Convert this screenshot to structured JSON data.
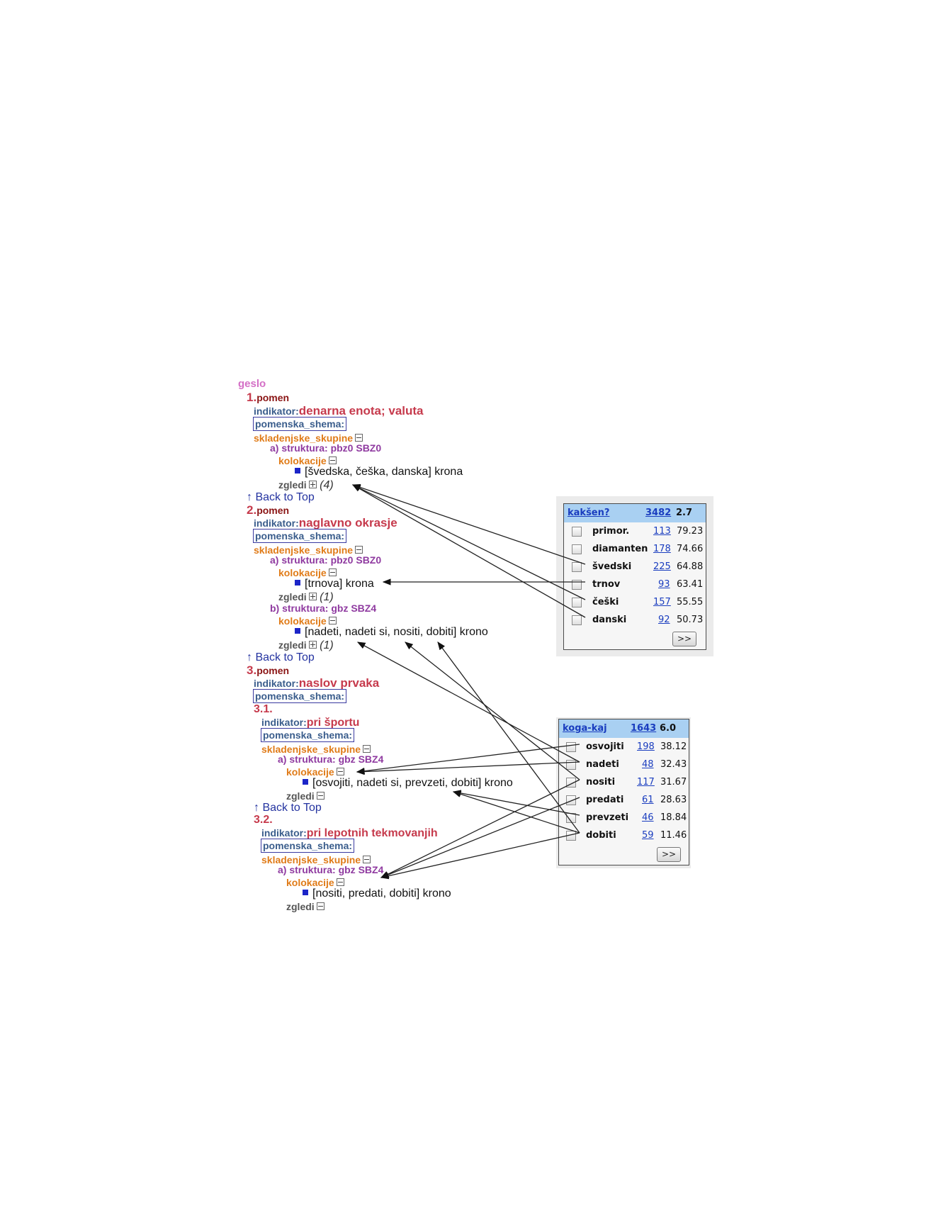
{
  "entry": {
    "headword_label": "geslo",
    "back_to_top": "Back to Top",
    "sense_word": "pomen",
    "indikator_label": "indikator:",
    "pomenska_shema": "pomenska_shema:",
    "skladenjske_skupine": "skladenjske_skupine",
    "kolokacije": "kolokacije",
    "zgledi": "zgledi",
    "senses": {
      "s1": {
        "num": "1.",
        "indikator": "denarna enota; valuta",
        "struktura": "a) struktura: pbz0 SBZ0",
        "collocation": "[švedska, češka, danska] krona",
        "zgledi_count": "(4)"
      },
      "s2": {
        "num": "2.",
        "indikator": "naglavno okrasje",
        "struktura_a": "a) struktura: pbz0 SBZ0",
        "collocation_a": "[trnova] krona",
        "zgledi_a_count": "(1)",
        "struktura_b": "b) struktura: gbz SBZ4",
        "collocation_b": "[nadeti, nadeti si, nositi, dobiti] krono",
        "zgledi_b_count": "(1)"
      },
      "s3": {
        "num": "3.",
        "sub1": {
          "num": "3.1.",
          "indikator": "pri športu",
          "struktura": "a) struktura: gbz SBZ4",
          "collocation": "[osvojiti, nadeti si, prevzeti, dobiti] krono"
        },
        "sub2": {
          "num": "3.2.",
          "indikator": "pri lepotnih tekmovanjih",
          "struktura": "a) struktura: gbz SBZ4",
          "collocation": "[nositi, predati, dobiti] krono"
        },
        "indikator": "naslov prvaka"
      }
    }
  },
  "panel1": {
    "header": {
      "label": "kakšen?",
      "freq": "3482",
      "score": "2.7"
    },
    "rows": [
      {
        "word": "primor.",
        "freq": "113",
        "score": "79.23"
      },
      {
        "word": "diamanten",
        "freq": "178",
        "score": "74.66"
      },
      {
        "word": "švedski",
        "freq": "225",
        "score": "64.88"
      },
      {
        "word": "trnov",
        "freq": "93",
        "score": "63.41"
      },
      {
        "word": "češki",
        "freq": "157",
        "score": "55.55"
      },
      {
        "word": "danski",
        "freq": "92",
        "score": "50.73"
      }
    ],
    "next_button": ">>"
  },
  "panel2": {
    "header": {
      "label": "koga-kaj",
      "freq": "1643",
      "score": "6.0"
    },
    "rows": [
      {
        "word": "osvojiti",
        "freq": "198",
        "score": "38.12"
      },
      {
        "word": "nadeti",
        "freq": "48",
        "score": "32.43"
      },
      {
        "word": "nositi",
        "freq": "117",
        "score": "31.67"
      },
      {
        "word": "predati",
        "freq": "61",
        "score": "28.63"
      },
      {
        "word": "prevzeti",
        "freq": "46",
        "score": "18.84"
      },
      {
        "word": "dobiti",
        "freq": "59",
        "score": "11.46"
      }
    ],
    "next_button": ">>"
  }
}
